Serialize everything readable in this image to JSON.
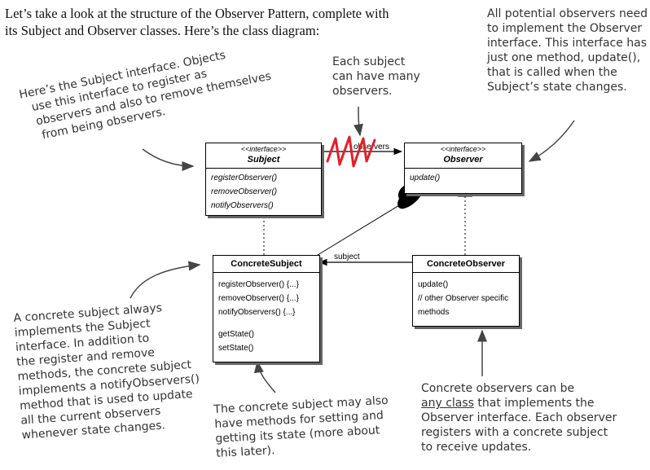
{
  "intro": {
    "line1": "Let’s take a look at the structure of the Observer Pattern, complete with",
    "line2": "its Subject and Observer classes. Here’s the class diagram:"
  },
  "notes": {
    "subject_interface": [
      "Here’s the Subject interface. Objects",
      "use this interface to register as",
      "observers and also to remove themselves",
      "from being observers."
    ],
    "many_observers": [
      "Each subject",
      "can have many",
      "observers."
    ],
    "observer_interface": [
      "All potential observers need",
      "to implement the Observer",
      "interface. This interface has",
      "just one method, update(),",
      "that is called when the",
      "Subject’s state changes."
    ],
    "concrete_subject": [
      "A concrete subject always",
      "implements the Subject",
      "interface. In addition to",
      "the register and remove",
      "methods, the concrete subject",
      "implements a notifyObservers()",
      "method that is used to update",
      "all the current observers",
      "whenever state changes."
    ],
    "subject_state": [
      "The concrete subject may also",
      "have methods for setting and",
      "getting its state (more about",
      "this later)."
    ],
    "concrete_observers": [
      "Concrete observers can be",
      "any class",
      " that implements the",
      "Observer interface. Each observer",
      "registers with a concrete subject",
      "to receive updates."
    ]
  },
  "classes": {
    "subject": {
      "stereotype": "<<interface>>",
      "name": "Subject",
      "methods": [
        "registerObserver()",
        "removeObserver()",
        "notifyObservers()"
      ]
    },
    "observer": {
      "stereotype": "<<interface>>",
      "name": "Observer",
      "methods": [
        "update()"
      ]
    },
    "concrete_subject": {
      "name": "ConcreteSubject",
      "methods": [
        "registerObserver() {...}",
        "removeObserver() {...}",
        "notifyObservers() {...}",
        "",
        "getState()",
        "setState()"
      ]
    },
    "concrete_observer": {
      "name": "ConcreteObserver",
      "methods": [
        "update()",
        "// other Observer specific",
        "methods"
      ]
    }
  },
  "associations": {
    "subject_label": "subject",
    "observers_label": "observers"
  },
  "colors": {
    "annotation": "#333333",
    "scribble": "#e0202a",
    "line": "#000000",
    "shadow": "#666666"
  }
}
